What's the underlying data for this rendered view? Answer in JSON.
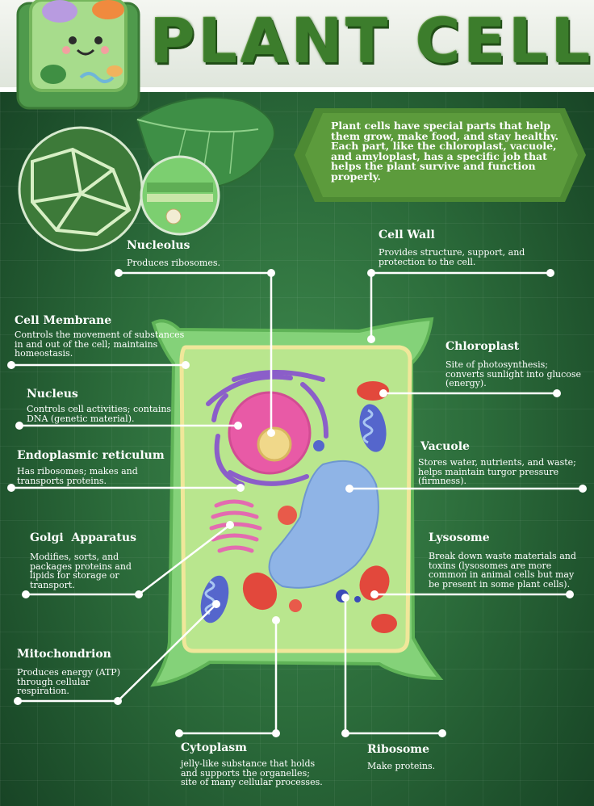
{
  "title": "PLANT CELL",
  "intro": "Plant cells have special parts that help them grow, make food, and stay healthy. Each part, like the chloroplast, vacuole, and amyloplast, has a specific job that helps the plant survive and function properly.",
  "parts": {
    "nucleolus": {
      "name": "Nucleolus",
      "desc": "Produces ribosomes."
    },
    "cell_wall": {
      "name": "Cell Wall",
      "desc": "Provides structure, support, and protection to the cell."
    },
    "cell_membrane": {
      "name": "Cell Membrane",
      "desc": "Controls the movement of substances in and out of the cell; maintains homeostasis."
    },
    "chloroplast": {
      "name": "Chloroplast",
      "desc": "Site of photosynthesis; converts sunlight into glucose (energy)."
    },
    "nucleus": {
      "name": "Nucleus",
      "desc": "Controls cell activities; contains DNA (genetic material)."
    },
    "vacuole": {
      "name": "Vacuole",
      "desc": "Stores water, nutrients, and waste; helps maintain turgor pressure (firmness)."
    },
    "er": {
      "name": "Endoplasmic reticulum",
      "desc": "Has ribosomes; makes and transports proteins."
    },
    "golgi": {
      "name": "Golgi  Apparatus",
      "desc": "Modifies, sorts, and packages proteins and lipids for storage or transport."
    },
    "lysosome": {
      "name": "Lysosome",
      "desc": "Break down waste materials and toxins (lysosomes are more common in animal cells but may be present in some plant cells)."
    },
    "mitochondrion": {
      "name": "Mitochondrion",
      "desc": "Produces energy (ATP) through cellular respiration."
    },
    "cytoplasm": {
      "name": "Cytoplasm",
      "desc": "jelly-like substance that holds and supports the organelles; site of many cellular processes."
    },
    "ribosome": {
      "name": "Ribosome",
      "desc": "Make proteins."
    }
  },
  "colors": {
    "background": "#2b6b3a",
    "title": "#3c7d2c",
    "cell_wall": "#7ccf70",
    "cytoplasm": "#a8e08a",
    "nucleus": "#e85aa6",
    "vacuole": "#8fb4e6",
    "chloroplast": "#e2483c",
    "golgi": "#e36bb0",
    "er": "#8b5ec9",
    "mitochondrion": "#5566cc"
  }
}
